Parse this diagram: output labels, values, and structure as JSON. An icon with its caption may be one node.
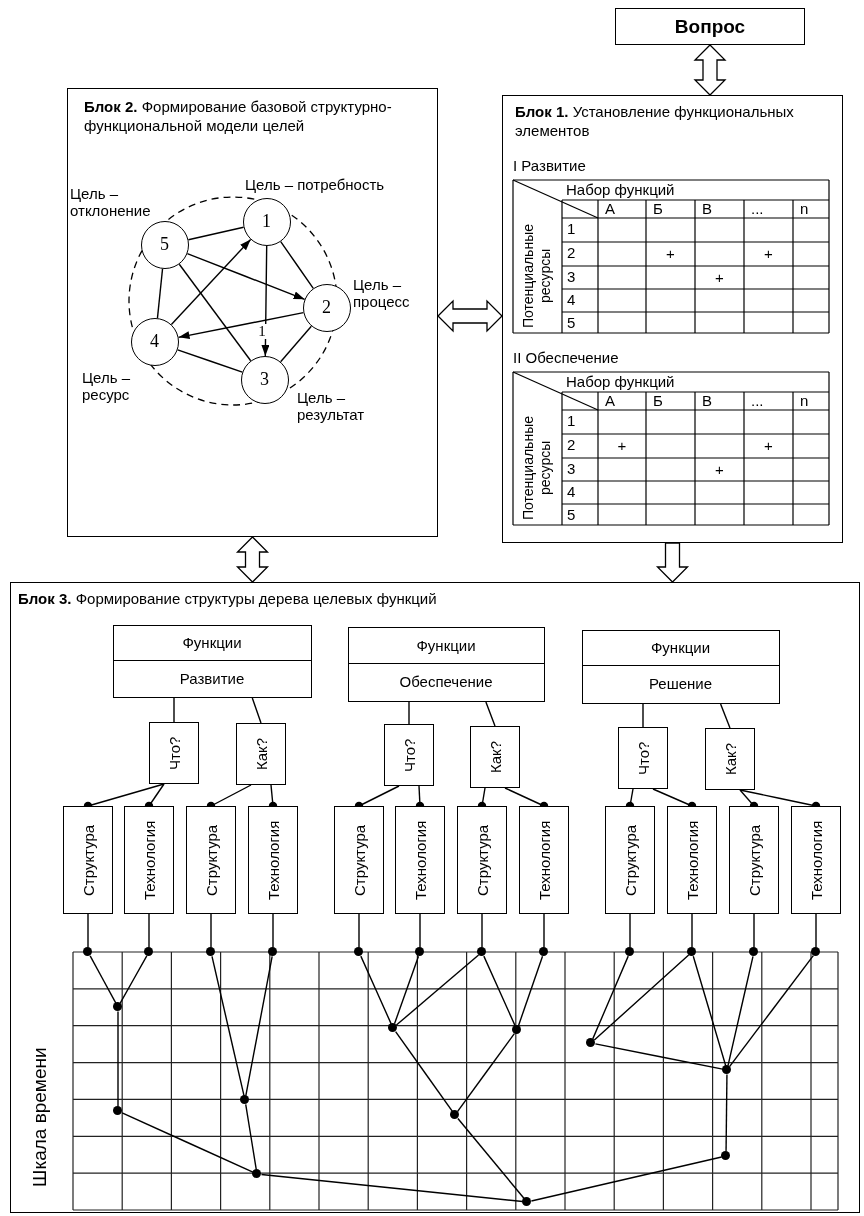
{
  "diagram": {
    "nodes": [
      {
        "text": [
          "Вопрос"
        ]
      },
      {
        "text": [
          "**Блок 2.** Формирование базовой структурно-функциональной модели целей"
        ]
      },
      {
        "text": [
          "1"
        ],
        "in": 1,
        "beside": [
          "Цель – потребность"
        ]
      },
      {
        "text": [
          "5"
        ],
        "in": 1,
        "beside": [
          "Цель – отклонение"
        ]
      },
      {
        "text": [
          "2"
        ],
        "in": 1,
        "beside": [
          "Цель – процесс"
        ]
      },
      {
        "text": [
          "4"
        ],
        "in": 1,
        "beside": [
          "Цель – ресурс"
        ]
      },
      {
        "text": [
          "3"
        ],
        "in": 1,
        "beside": [
          "Цель – результат"
        ]
      },
      {
        "text": [
          "**Блок 1.** Установление функциональных элементов"
        ]
      },
      {
        "text": [
          "**Блок 3.** Формирование структуры дерева целевых функций"
        ]
      },
      {
        "text": [
          "Функции",
          "Развитие"
        ],
        "in": 8
      },
      {
        "text": [
          "Функции",
          "Обеспечение"
        ],
        "in": 8
      },
      {
        "text": [
          "Функции",
          "Решение"
        ],
        "in": 8
      },
      {
        "text": [
          "Что?"
        ],
        "in": 8
      },
      {
        "text": [
          "Как?"
        ],
        "in": 8
      },
      {
        "text": [
          "Что?"
        ],
        "in": 8
      },
      {
        "text": [
          "Как?"
        ],
        "in": 8
      },
      {
        "text": [
          "Что?"
        ],
        "in": 8
      },
      {
        "text": [
          "Как?"
        ],
        "in": 8
      },
      {
        "text": [
          "Структура"
        ],
        "in": 8
      },
      {
        "text": [
          "Технология"
        ],
        "in": 8
      },
      {
        "text": [
          "Структура"
        ],
        "in": 8
      },
      {
        "text": [
          "Технология"
        ],
        "in": 8
      },
      {
        "text": [
          "Структура"
        ],
        "in": 8
      },
      {
        "text": [
          "Технология"
        ],
        "in": 8
      },
      {
        "text": [
          "Структура"
        ],
        "in": 8
      },
      {
        "text": [
          "Технология"
        ],
        "in": 8
      },
      {
        "text": [
          "Структура"
        ],
        "in": 8
      },
      {
        "text": [
          "Технология"
        ],
        "in": 8
      },
      {
        "text": [
          "Структура"
        ],
        "in": 8
      },
      {
        "text": [
          "Технология"
        ],
        "in": 8
      },
      {
        "text": [],
        "shape": "dot",
        "in": 8
      },
      {
        "text": [],
        "shape": "dot",
        "in": 8
      },
      {
        "text": [],
        "shape": "dot",
        "in": 8
      },
      {
        "text": [],
        "shape": "dot",
        "in": 8
      },
      {
        "text": [],
        "shape": "dot",
        "in": 8
      },
      {
        "text": [],
        "shape": "dot",
        "in": 8
      },
      {
        "text": [],
        "shape": "dot",
        "in": 8
      },
      {
        "text": [],
        "shape": "dot",
        "in": 8
      },
      {
        "text": [],
        "shape": "dot",
        "in": 8
      },
      {
        "text": [],
        "shape": "dot",
        "in": 8
      },
      {
        "text": [],
        "shape": "dot",
        "in": 8
      },
      {
        "text": [],
        "shape": "dot",
        "in": 8
      },
      {
        "text": [],
        "shape": "dot",
        "in": 8
      },
      {
        "text": [],
        "shape": "dot",
        "in": 8
      },
      {
        "text": [],
        "shape": "dot",
        "in": 8
      },
      {
        "text": [],
        "shape": "dot",
        "in": 8
      },
      {
        "text": [],
        "shape": "dot",
        "in": 8
      },
      {
        "text": [],
        "shape": "dot",
        "in": 8
      },
      {
        "text": [],
        "shape": "dot",
        "in": 8
      },
      {
        "text": [],
        "shape": "dot",
        "in": 8
      },
      {
        "text": [],
        "shape": "dot",
        "in": 8
      },
      {
        "text": [],
        "shape": "dot",
        "in": 8
      },
      {
        "text": [],
        "shape": "dot",
        "in": 8
      }
    ],
    "edges": [
      {
        "from": 0,
        "to": 7,
        "arrow": "both"
      },
      {
        "from": 1,
        "to": 7,
        "arrow": "both"
      },
      {
        "from": 1,
        "to": 8,
        "arrow": "both"
      },
      {
        "from": 7,
        "to": 8,
        "arrow": "to"
      },
      {
        "from": 3,
        "to": 2,
        "arrow": "none"
      },
      {
        "from": 2,
        "to": 4,
        "arrow": "none"
      },
      {
        "from": 3,
        "to": 5,
        "arrow": "none"
      },
      {
        "from": 5,
        "to": 6,
        "arrow": "none"
      },
      {
        "from": 4,
        "to": 6,
        "arrow": "none"
      },
      {
        "from": 2,
        "to": 6,
        "arrow": "to"
      },
      {
        "from": 5,
        "to": 2,
        "arrow": "to"
      },
      {
        "from": 3,
        "to": 4,
        "arrow": "to"
      },
      {
        "from": 4,
        "to": 5,
        "arrow": "to",
        "label": "1"
      },
      {
        "from": 3,
        "to": 6,
        "arrow": "none"
      },
      {
        "from": 9,
        "to": 12,
        "arrow": "none"
      },
      {
        "from": 9,
        "to": 13,
        "arrow": "none"
      },
      {
        "from": 10,
        "to": 14,
        "arrow": "none"
      },
      {
        "from": 10,
        "to": 15,
        "arrow": "none"
      },
      {
        "from": 11,
        "to": 16,
        "arrow": "none"
      },
      {
        "from": 11,
        "to": 17,
        "arrow": "none"
      },
      {
        "from": 12,
        "to": 18,
        "arrow": "other"
      },
      {
        "from": 12,
        "to": 19,
        "arrow": "other"
      },
      {
        "from": 13,
        "to": 20,
        "arrow": "other"
      },
      {
        "from": 13,
        "to": 21,
        "arrow": "other"
      },
      {
        "from": 14,
        "to": 22,
        "arrow": "other"
      },
      {
        "from": 14,
        "to": 23,
        "arrow": "other"
      },
      {
        "from": 15,
        "to": 24,
        "arrow": "other"
      },
      {
        "from": 15,
        "to": 25,
        "arrow": "other"
      },
      {
        "from": 16,
        "to": 26,
        "arrow": "other"
      },
      {
        "from": 16,
        "to": 27,
        "arrow": "other"
      },
      {
        "from": 17,
        "to": 28,
        "arrow": "other"
      },
      {
        "from": 17,
        "to": 29,
        "arrow": "other"
      },
      {
        "from": 18,
        "to": 30,
        "arrow": "none"
      },
      {
        "from": 19,
        "to": 31,
        "arrow": "none"
      },
      {
        "from": 20,
        "to": 32,
        "arrow": "none"
      },
      {
        "from": 21,
        "to": 33,
        "arrow": "none"
      },
      {
        "from": 22,
        "to": 34,
        "arrow": "none"
      },
      {
        "from": 23,
        "to": 35,
        "arrow": "none"
      },
      {
        "from": 24,
        "to": 36,
        "arrow": "none"
      },
      {
        "from": 25,
        "to": 37,
        "arrow": "none"
      },
      {
        "from": 26,
        "to": 38,
        "arrow": "none"
      },
      {
        "from": 27,
        "to": 39,
        "arrow": "none"
      },
      {
        "from": 28,
        "to": 40,
        "arrow": "none"
      },
      {
        "from": 29,
        "to": 41,
        "arrow": "none"
      },
      {
        "from": 30,
        "to": 42,
        "arrow": "none"
      },
      {
        "from": 31,
        "to": 42,
        "arrow": "none"
      },
      {
        "from": 42,
        "to": 48,
        "arrow": "none"
      },
      {
        "from": 48,
        "to": 51,
        "arrow": "none"
      },
      {
        "from": 32,
        "to": 47,
        "arrow": "none"
      },
      {
        "from": 33,
        "to": 47,
        "arrow": "none"
      },
      {
        "from": 47,
        "to": 51,
        "arrow": "none"
      },
      {
        "from": 34,
        "to": 43,
        "arrow": "none"
      },
      {
        "from": 35,
        "to": 43,
        "arrow": "none"
      },
      {
        "from": 36,
        "to": 43,
        "arrow": "none"
      },
      {
        "from": 43,
        "to": 49,
        "arrow": "none"
      },
      {
        "from": 36,
        "to": 44,
        "arrow": "none"
      },
      {
        "from": 37,
        "to": 44,
        "arrow": "none"
      },
      {
        "from": 44,
        "to": 49,
        "arrow": "none"
      },
      {
        "from": 49,
        "to": 52,
        "arrow": "none"
      },
      {
        "from": 51,
        "to": 52,
        "arrow": "none"
      },
      {
        "from": 38,
        "to": 45,
        "arrow": "none"
      },
      {
        "from": 39,
        "to": 45,
        "arrow": "none"
      },
      {
        "from": 39,
        "to": 46,
        "arrow": "none"
      },
      {
        "from": 40,
        "to": 46,
        "arrow": "none"
      },
      {
        "from": 41,
        "to": 46,
        "arrow": "none"
      },
      {
        "from": 45,
        "to": 46,
        "arrow": "none"
      },
      {
        "from": 46,
        "to": 50,
        "arrow": "none"
      },
      {
        "from": 50,
        "to": 52,
        "arrow": "none"
      }
    ],
    "labels": [
      "I Развитие",
      "Набор функций",
      "А",
      "Б",
      "В",
      "...",
      "n",
      "Потенциальные ресурсы",
      "1",
      "2",
      "+",
      "+",
      "3",
      "+",
      "4",
      "5",
      "II Обеспечение",
      "Набор функций",
      "А",
      "Б",
      "В",
      "...",
      "n",
      "Потенциальные ресурсы",
      "1",
      "2",
      "+",
      "+",
      "3",
      "+",
      "4",
      "5",
      "Шкала времени"
    ]
  }
}
